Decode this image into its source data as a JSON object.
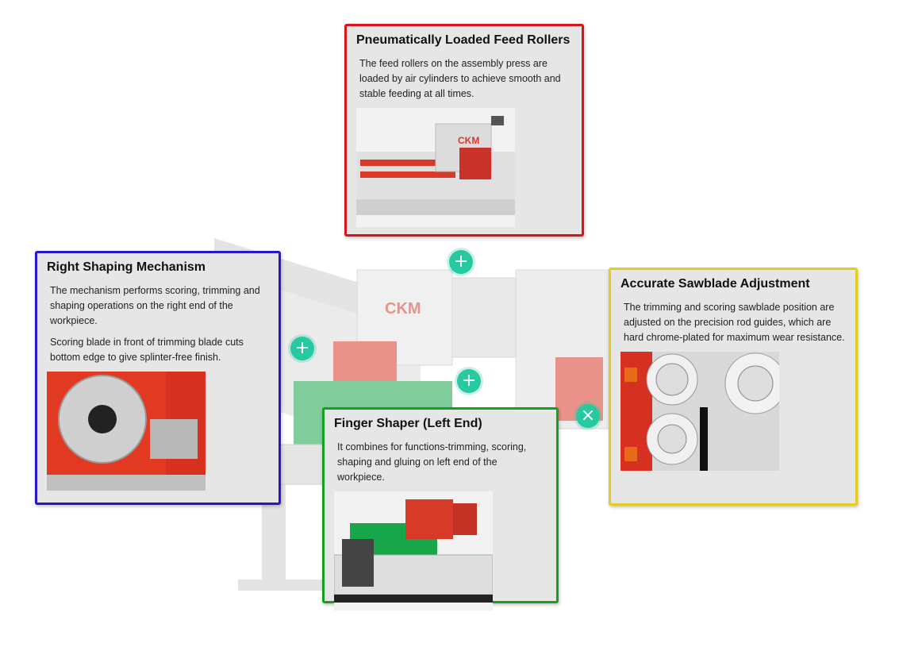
{
  "hotspots": {
    "top_symbol": "+",
    "left_symbol": "+",
    "center_symbol": "+",
    "close_symbol": "×"
  },
  "cards": {
    "feed_rollers": {
      "title": "Pneumatically Loaded Feed Rollers",
      "text": "The feed rollers on the assembly press are loaded by air cylinders to achieve smooth and stable feeding at all times.",
      "border_color": "#d8141c",
      "brand_label": "CKM"
    },
    "right_shaping": {
      "title": "Right Shaping Mechanism",
      "text1": "The mechanism performs scoring, trimming and shaping operations on the right end of the workpiece.",
      "text2": "Scoring blade in front of trimming blade cuts bottom edge to give splinter-free finish.",
      "border_color": "#2816c8"
    },
    "sawblade": {
      "title": "Accurate Sawblade Adjustment",
      "text": "The trimming and scoring sawblade position are adjusted on the precision rod guides, which are hard chrome-plated for maximum wear resistance.",
      "border_color": "#e4cc20"
    },
    "finger_shaper": {
      "title": "Finger Shaper (Left End)",
      "text": "It combines for functions-trimming, scoring, shaping and gluing on left end of the workpiece.",
      "border_color": "#17a020"
    }
  },
  "machine": {
    "brand_label": "CKM"
  },
  "colors": {
    "accent": "#27c9a0",
    "machine_red": "#d83a2a"
  }
}
